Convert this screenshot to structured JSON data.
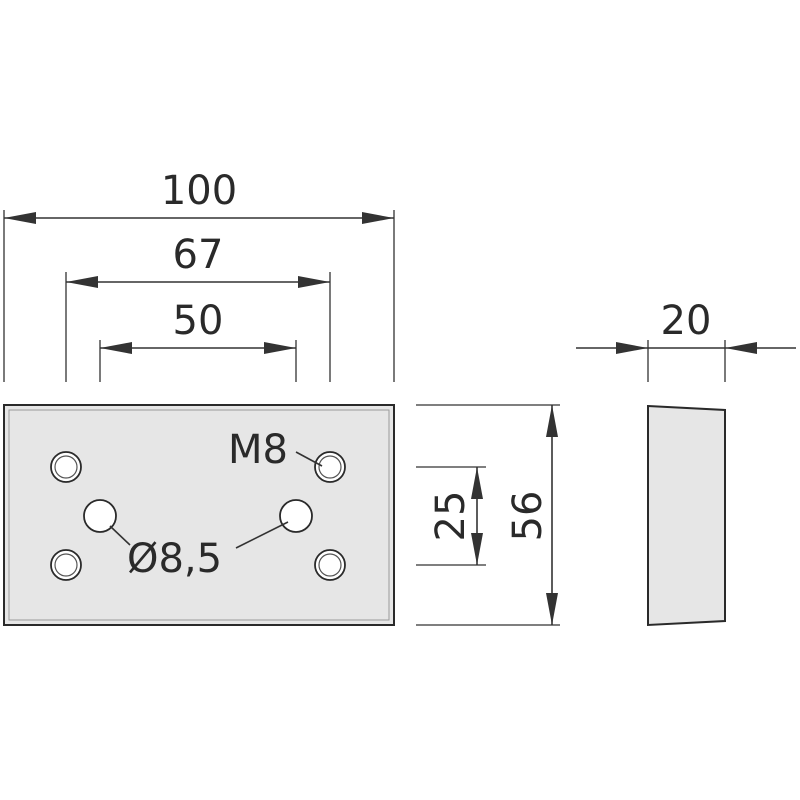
{
  "drawing": {
    "dimensions": {
      "overall_length": "100",
      "threaded_hole_spacing": "67",
      "through_hole_spacing": "50",
      "thickness": "20",
      "hole_row_spacing": "25",
      "overall_height": "56"
    },
    "annotations": {
      "thread": "M8",
      "bore": "Ø8,5"
    }
  },
  "colors": {
    "plate_fill": "#e6e6e6",
    "line": "#2a2a2a",
    "background": "#ffffff"
  }
}
